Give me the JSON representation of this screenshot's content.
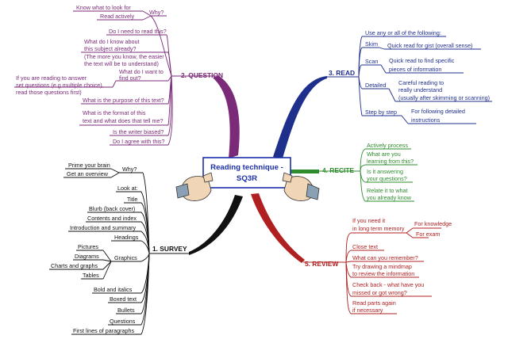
{
  "colors": {
    "question": "#7a2a78",
    "read": "#1f2f8c",
    "recite": "#2e8b2e",
    "review": "#b02020",
    "survey": "#111111",
    "center_border": "#1a2fa8"
  },
  "center": {
    "line1": "Reading technique -",
    "line2": "SQ3R"
  },
  "question": {
    "title": "2. QUESTION",
    "why": "Why?",
    "know_what": "Know what to look for",
    "read_actively": "Read actively",
    "need_to_read": "Do I need to read this?",
    "know_about_l1": "What do I know about",
    "know_about_l2": "this subject already?",
    "know_about_l3": "(The more you know, the easier",
    "know_about_l4": "the text will be to understand)",
    "want_find_l1": "What do I want to",
    "want_find_l2": "find out?",
    "answer_sets_l1": "If you are reading to answer",
    "answer_sets_l2": "set questions (e.g multiple choice),",
    "answer_sets_l3": "read those questions first)",
    "purpose": "What is the purpose of this text?",
    "format_l1": "What is the format of this",
    "format_l2": "text and what does that tell me?",
    "biased": "Is the writer biased?",
    "agree": "Do I agree with this?"
  },
  "read": {
    "title": "3. READ",
    "use_any": "Use any or all of the following:",
    "skim": "Skim",
    "skim_desc": "Quick read for gist (overall sense)",
    "scan": "Scan",
    "scan_desc_l1": "Quick read to find specific",
    "scan_desc_l2": "pieces of information",
    "detailed": "Detailed",
    "detailed_desc_l1": "Careful reading to",
    "detailed_desc_l2": "really understand",
    "detailed_desc_l3": "(usually after skimming or scanning)",
    "step": "Step by step",
    "step_desc_l1": "For following detailed",
    "step_desc_l2": "instructions"
  },
  "recite": {
    "title": "4. RECITE",
    "actively": "Actively process",
    "learning_l1": "What are you",
    "learning_l2": "learning from this?",
    "answering_l1": "Is it answering",
    "answering_l2": "your questions?",
    "relate_l1": "Relate it to what",
    "relate_l2": "you already know"
  },
  "review": {
    "title": "5. REVIEW",
    "need_l1": "If you need it",
    "need_l2": "in long term memory",
    "knowledge": "For knowledge",
    "exam": "For exam",
    "close": "Close text",
    "remember": "What can you remember?",
    "mindmap_l1": "Try drawing a mindmap",
    "mindmap_l2": "to review the information",
    "check_l1": "Check back - what have you",
    "check_l2": "missed or got wrong?",
    "parts_l1": "Read parts again",
    "parts_l2": "if necessary"
  },
  "survey": {
    "title": "1. SURVEY",
    "why": "Why?",
    "prime": "Prime your brain",
    "overview": "Get an overview",
    "look_at": "Look at:",
    "title_item": "Title",
    "blurb": "Blurb (back cover)",
    "contents": "Contents and index",
    "intro": "Introduction and summary",
    "headings": "Headings",
    "graphics": "Graphics",
    "pictures": "Pictures",
    "diagrams": "Diagrams",
    "charts": "Charts and graphs",
    "tables": "Tables",
    "bold": "Bold and italics",
    "boxed": "Boxed text",
    "bullets": "Bullets",
    "questions": "Questions",
    "first_lines": "First lines of paragraphs"
  }
}
